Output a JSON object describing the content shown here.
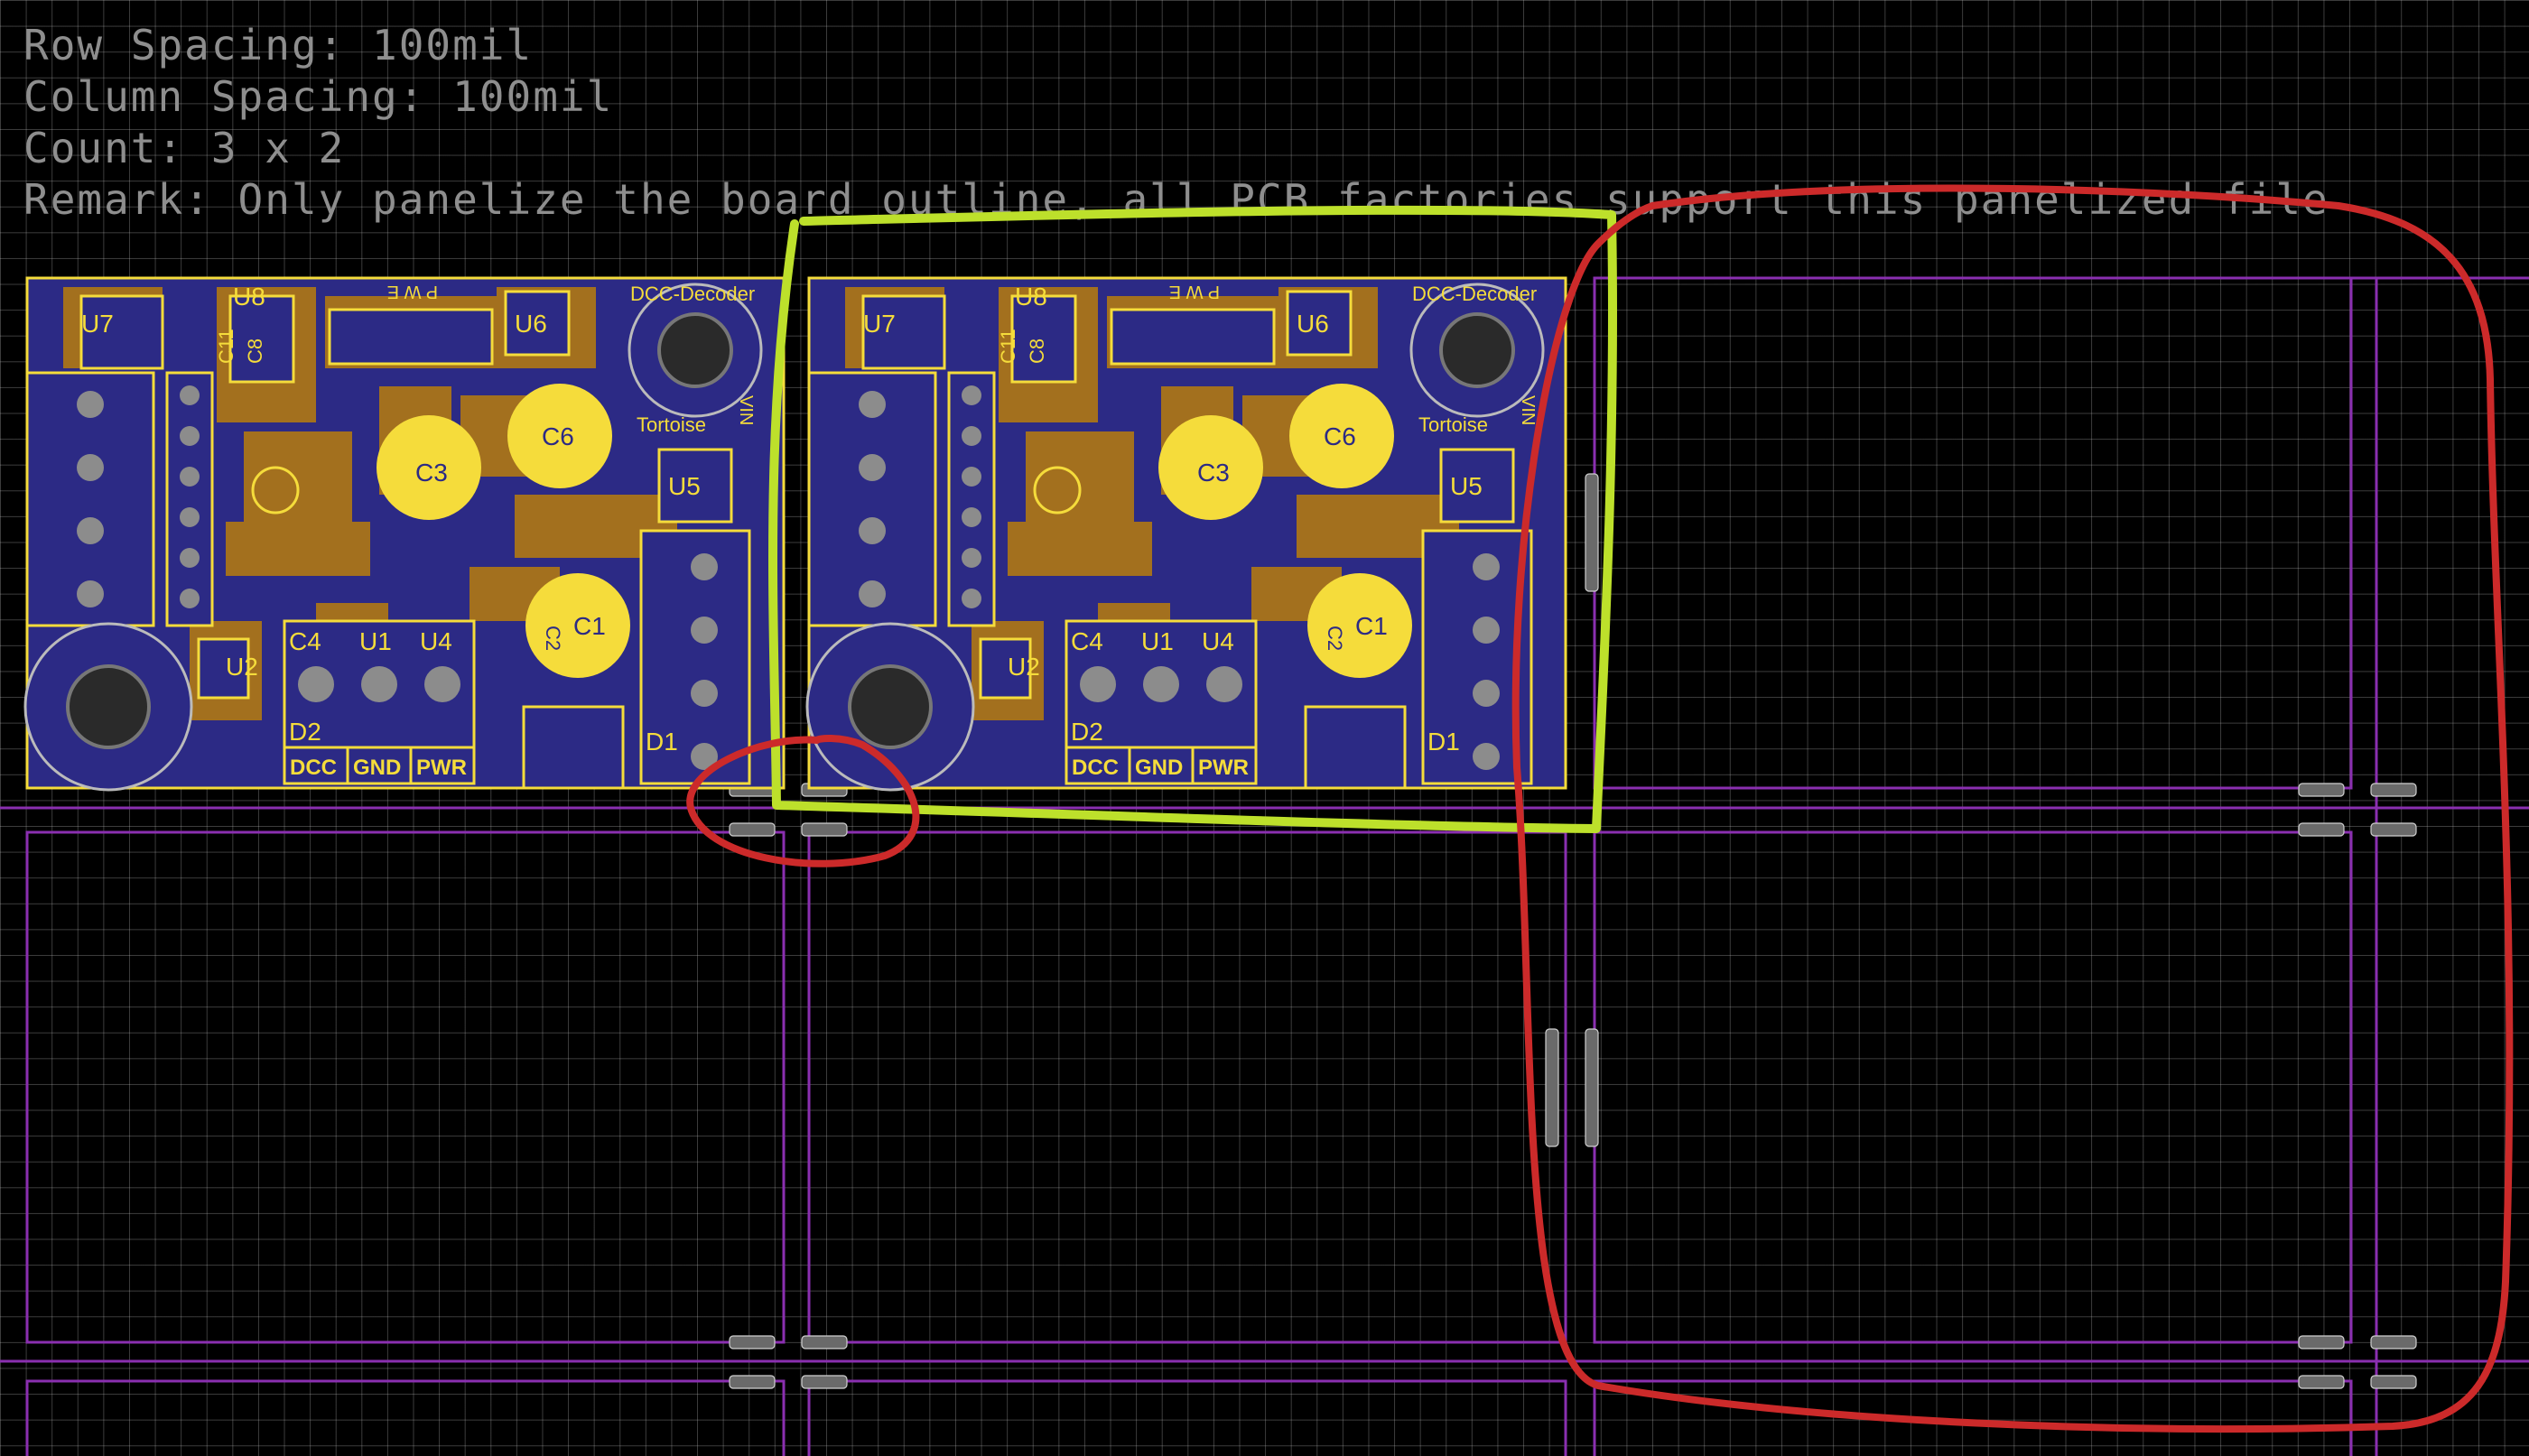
{
  "panel_info": {
    "row_spacing": "Row Spacing: 100mil",
    "column_spacing": "Column Spacing: 100mil",
    "count": "Count: 3 x 2",
    "remark": "Remark: Only panelize the board outline, all PCB factories support this panelized file"
  },
  "board": {
    "title": "DCC-Decoder",
    "subtitle": "Tortoise",
    "refs": {
      "u7": "U7",
      "u8": "U8",
      "c11": "C11",
      "c8": "C8",
      "u6": "U6",
      "pwe": "P W E",
      "c3": "C3",
      "c6": "C6",
      "u5": "U5",
      "vin": "VIN",
      "c1": "C1",
      "c2": "C2",
      "u2": "U2",
      "c4": "C4",
      "u1": "U1",
      "u4": "U4",
      "d2": "D2",
      "d1": "D1"
    },
    "terminals": [
      "DCC",
      "GND",
      "PWR"
    ]
  },
  "colors": {
    "board": "#2c2a85",
    "pad": "#a3701e",
    "silk": "#f5dc3b",
    "outline": "#8a2fb0",
    "highlight_red": "#cc2a2a",
    "highlight_green": "#bde02b"
  }
}
